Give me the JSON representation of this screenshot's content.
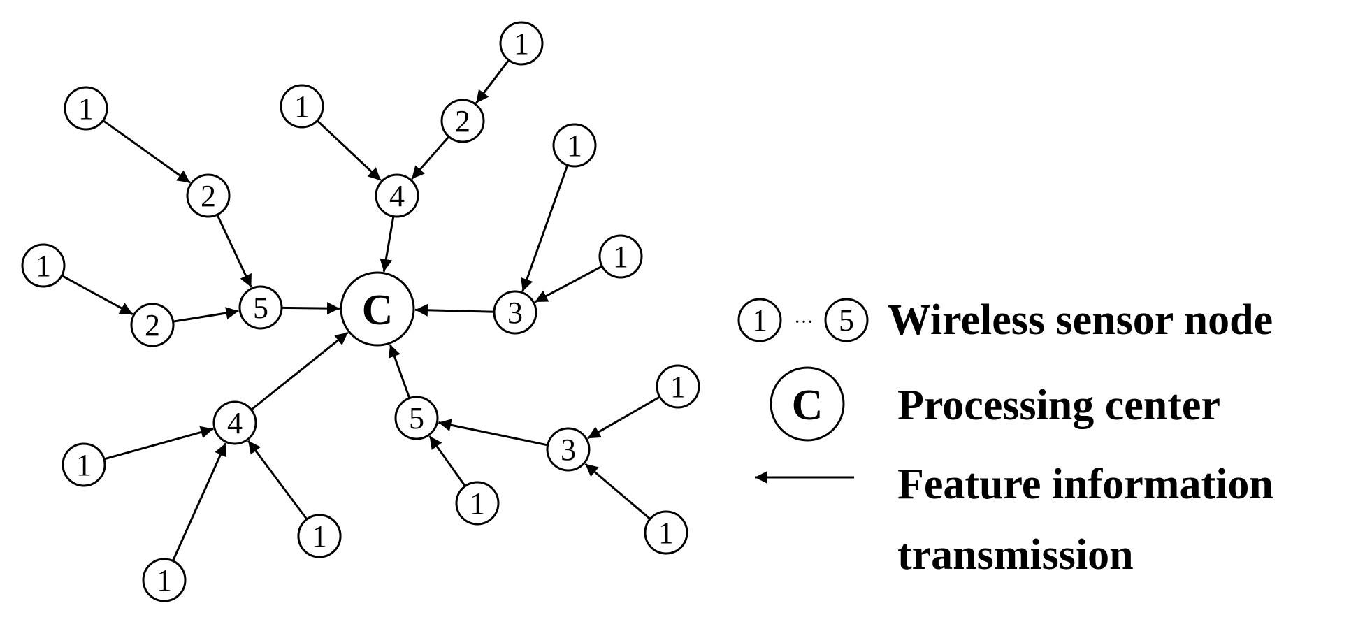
{
  "diagram": {
    "center": {
      "id": "C",
      "label": "C"
    },
    "nodes": [
      {
        "id": "a1",
        "label": "1"
      },
      {
        "id": "a2",
        "label": "2"
      },
      {
        "id": "b1",
        "label": "1"
      },
      {
        "id": "b2",
        "label": "2"
      },
      {
        "id": "s5",
        "label": "5"
      },
      {
        "id": "c1",
        "label": "1"
      },
      {
        "id": "d1",
        "label": "1"
      },
      {
        "id": "d2",
        "label": "2"
      },
      {
        "id": "n4",
        "label": "4"
      },
      {
        "id": "e1",
        "label": "1"
      },
      {
        "id": "f1",
        "label": "1"
      },
      {
        "id": "n3",
        "label": "3"
      },
      {
        "id": "g1",
        "label": "1"
      },
      {
        "id": "w4",
        "label": "4"
      },
      {
        "id": "h1",
        "label": "1"
      },
      {
        "id": "h2",
        "label": "1"
      },
      {
        "id": "h3",
        "label": "1"
      },
      {
        "id": "sb5",
        "label": "5"
      },
      {
        "id": "i1",
        "label": "1"
      },
      {
        "id": "r3",
        "label": "3"
      },
      {
        "id": "j1",
        "label": "1"
      },
      {
        "id": "j2",
        "label": "1"
      }
    ],
    "edges": [
      {
        "from": "a1",
        "to": "a2"
      },
      {
        "from": "a2",
        "to": "s5"
      },
      {
        "from": "b1",
        "to": "b2"
      },
      {
        "from": "b2",
        "to": "s5"
      },
      {
        "from": "s5",
        "to": "C"
      },
      {
        "from": "c1",
        "to": "n4"
      },
      {
        "from": "d1",
        "to": "d2"
      },
      {
        "from": "d2",
        "to": "n4"
      },
      {
        "from": "n4",
        "to": "C"
      },
      {
        "from": "e1",
        "to": "n3"
      },
      {
        "from": "f1",
        "to": "n3"
      },
      {
        "from": "n3",
        "to": "C"
      },
      {
        "from": "g1",
        "to": "w4"
      },
      {
        "from": "h2",
        "to": "w4"
      },
      {
        "from": "h3",
        "to": "w4"
      },
      {
        "from": "w4",
        "to": "C"
      },
      {
        "from": "i1",
        "to": "sb5"
      },
      {
        "from": "j1",
        "to": "r3"
      },
      {
        "from": "j2",
        "to": "r3"
      },
      {
        "from": "r3",
        "to": "sb5"
      },
      {
        "from": "sb5",
        "to": "C"
      }
    ]
  },
  "legend": {
    "node_range": {
      "first": "1",
      "dots": "···",
      "last": "5",
      "label": "Wireless sensor node"
    },
    "center": {
      "symbol": "C",
      "label": "Processing center"
    },
    "arrow": {
      "label_line1": "Feature information",
      "label_line2": "transmission"
    }
  }
}
